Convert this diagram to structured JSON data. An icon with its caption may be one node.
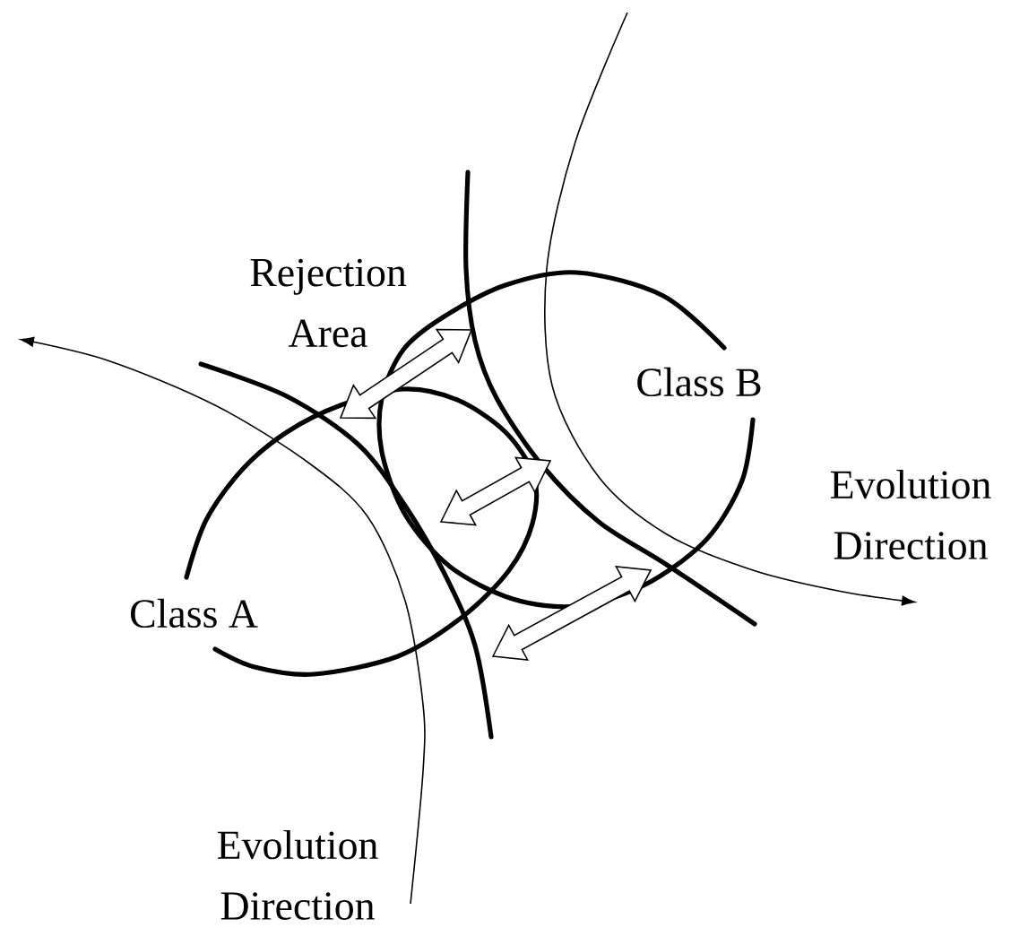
{
  "diagram": {
    "labels": [
      "Rejection Area",
      "Class B",
      "Evolution Direction",
      "Class A",
      "Evolution Direction"
    ]
  }
}
